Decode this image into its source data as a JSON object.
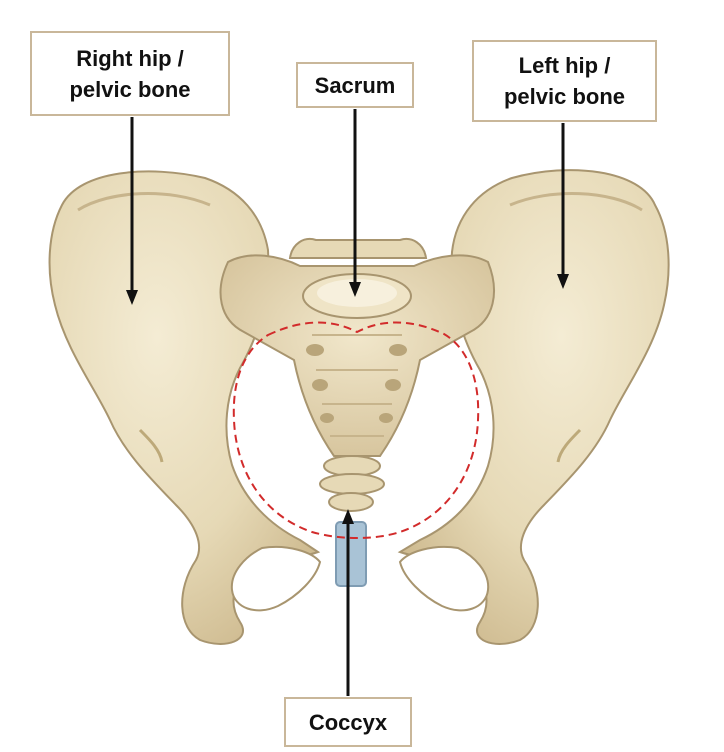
{
  "labels": {
    "right_hip": "Right hip /\npelvic bone",
    "sacrum": "Sacrum",
    "left_hip": "Left hip /\npelvic bone",
    "coccyx": "Coccyx"
  },
  "colors": {
    "bone": "#e8dcbc",
    "bone_shadow": "#c7b48c",
    "bone_outline": "#a8956f",
    "cartilage": "#a9c3d6",
    "pelvic_inlet": "#d22b2b",
    "label_border": "#c9b79a",
    "arrow": "#111111"
  }
}
